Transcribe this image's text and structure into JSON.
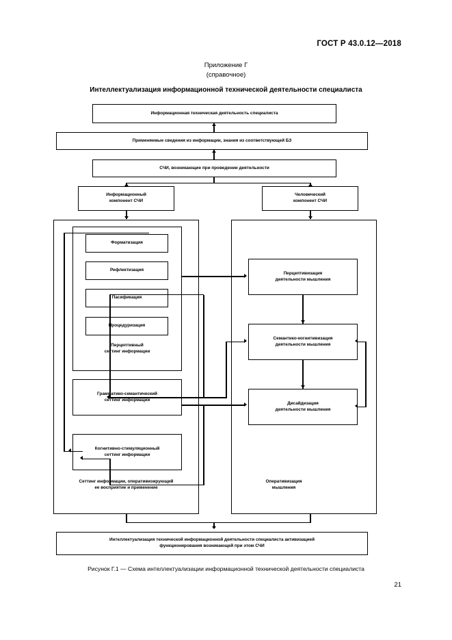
{
  "header": {
    "standard": "ГОСТ Р 43.0.12—2018",
    "page_number": "21"
  },
  "appendix": {
    "line1": "Приложение Г",
    "line2": "(справочное)",
    "title": "Интеллектуализация информационной технической деятельности специалиста"
  },
  "diagram": {
    "top_chain": [
      {
        "id": "activity",
        "label": "Информационная техническая деятельность специалиста"
      },
      {
        "id": "knowledge",
        "label": "Применяемые сведения из информации, знания из соответствующей БЗ"
      },
      {
        "id": "chi",
        "label": "СЧИ, возникающие при проведении деятельности"
      }
    ],
    "components": [
      {
        "id": "info-component",
        "label": "Информационный\nкомпонент СЧИ",
        "line1": "Информационный",
        "line2": "компонент СЧИ"
      },
      {
        "id": "human-component",
        "label": "Человеческий\nкомпонент СЧИ",
        "line1": "Человеческий",
        "line2": "компонент СЧИ"
      }
    ],
    "left_column": {
      "perceptive_setting": {
        "items": [
          {
            "id": "formatizaciya",
            "label": "Форматизация"
          },
          {
            "id": "reflektizaciya",
            "label": "Рефлектизация"
          },
          {
            "id": "pasifikaciya",
            "label": "Пасификация"
          },
          {
            "id": "proceduriyaciya",
            "label": "Процедуризация"
          }
        ],
        "group_label_line1": "Перцептивный",
        "group_label_line2": "сеттинг информации"
      },
      "grammar_semantic": {
        "id": "grammatiko-semanticheskiy",
        "line1": "Грамматико-семантический",
        "line2": "сеттинг информации"
      },
      "cognitive_stimulation": {
        "id": "kognitivno-stimulyacionnyy",
        "line1": "Когнитивно-стимуляционный",
        "line2": "сеттинг информации"
      },
      "container_label_line1": "Сеттинг информации, оперативизирующий",
      "container_label_line2": "ее восприятие и применение"
    },
    "right_column": {
      "items": [
        {
          "id": "perceptivizaciya",
          "line1": "Перцептивизация",
          "line2": "деятельности мышления"
        },
        {
          "id": "semantiko-kognitivizaciya",
          "line1": "Семантико-когнитивизация",
          "line2": "деятельности мышления"
        },
        {
          "id": "disaydizaciya",
          "line1": "Дисайдизация",
          "line2": "деятельности мышления"
        }
      ],
      "container_label_line1": "Оперативизация",
      "container_label_line2": "мышления"
    },
    "conclusion": {
      "id": "conclusion",
      "line1": "Интеллектуализация технической информационной деятельности специалиста активизацией",
      "line2": "функционирования возникающей при этом СЧИ"
    }
  },
  "caption": "Рисунок Г.1 — Схема интеллектуализации информационной технической деятельности специалиста"
}
